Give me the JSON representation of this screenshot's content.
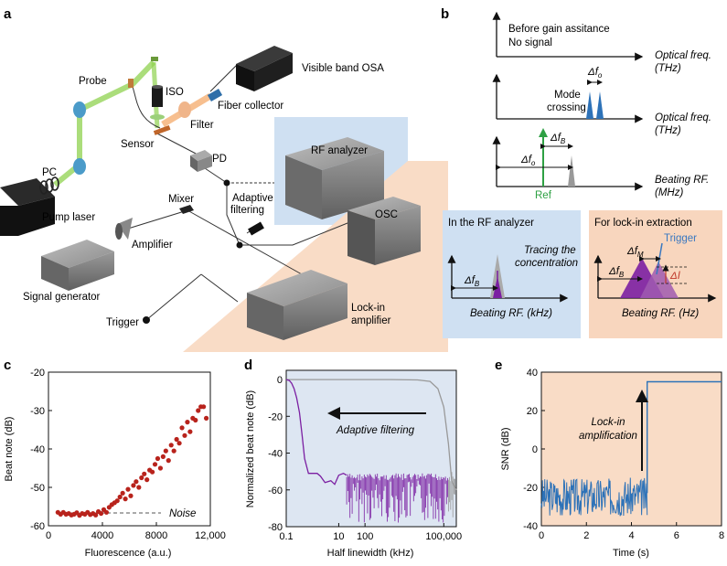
{
  "panels": {
    "a": {
      "letter": "a",
      "labels": {
        "probe": "Probe",
        "iso": "ISO",
        "visible_osa": "Visible band OSA",
        "fiber_collector": "Fiber collector",
        "filter": "Filter",
        "sensor": "Sensor",
        "pc": "PC",
        "pd": "PD",
        "rf_analyzer": "RF analyzer",
        "pump_laser": "Pump laser",
        "mixer": "Mixer",
        "adaptive_filtering": [
          "Adaptive",
          "filtering"
        ],
        "osc": "OSC",
        "amplifier": "Amplifier",
        "signal_generator": "Signal generator",
        "lockin": [
          "Lock-in",
          "amplifier"
        ],
        "trigger": "Trigger"
      }
    },
    "b": {
      "letter": "b",
      "row1": {
        "text": [
          "Before gain assitance",
          "No signal"
        ],
        "axis": [
          "Optical freq.",
          "(THz)"
        ]
      },
      "row2": {
        "text": [
          "Mode",
          "crossing"
        ],
        "delta": "Δf",
        "delta_sub": "o",
        "axis": [
          "Optical freq.",
          "(THz)"
        ]
      },
      "row3": {
        "delta_b": "Δf",
        "delta_b_sub": "B",
        "delta_o": "Δf",
        "delta_o_sub": "o",
        "ref": "Ref",
        "axis": [
          "Beating RF.",
          "(MHz)"
        ]
      },
      "rf_box": {
        "title": "In the RF analyzer",
        "tracing": [
          "Tracing the",
          "concentration"
        ],
        "delta": "Δf",
        "delta_sub": "B",
        "axis": "Beating RF. (kHz)"
      },
      "lockin_box": {
        "title": "For lock-in extraction",
        "trigger": "Trigger",
        "delta_m": "Δf",
        "delta_m_sub": "M",
        "delta_b": "Δf",
        "delta_b_sub": "B",
        "delta_i": "ΔI",
        "axis": "Beating RF. (Hz)"
      }
    },
    "c": {
      "letter": "c",
      "noise_label": "Noise"
    },
    "d": {
      "letter": "d",
      "annotation": "Adaptive filtering"
    },
    "e": {
      "letter": "e",
      "annotation": [
        "Lock-in",
        "amplification"
      ]
    }
  },
  "colors": {
    "blue_box": "#cfe0f2",
    "peach_box": "#f8d6be",
    "peach_bg": "#f9dcc6",
    "dots": "#b8231c",
    "purple": "#7b1fa2",
    "blue_line": "#2d72b8",
    "green": "#2ea043",
    "trigger_blue": "#3a78c0",
    "delta_red": "#c0392b"
  },
  "chart_data": [
    {
      "panel": "c",
      "type": "scatter",
      "xlabel": "Fluorescence (a.u.)",
      "ylabel": "Beat note (dB)",
      "xlim": [
        0,
        12000
      ],
      "ylim": [
        -60,
        -20
      ],
      "xticks": [
        0,
        4000,
        8000,
        12000
      ],
      "xtick_labels": [
        "0",
        "4000",
        "8000",
        "12,000"
      ],
      "yticks": [
        -20,
        -30,
        -40,
        -50,
        -60
      ],
      "series": [
        {
          "x": [
            700,
            900,
            1100,
            1300,
            1500,
            1700,
            1900,
            2100,
            2300,
            2500,
            2700,
            2900,
            3100,
            3300,
            3500,
            3700,
            3900,
            4100,
            4300,
            4500,
            4700,
            4900,
            5100,
            5300,
            5500,
            5700,
            5900,
            6100,
            6300,
            6500,
            6700,
            6900,
            7100,
            7300,
            7500,
            7700,
            7900,
            8100,
            8300,
            8500,
            8700,
            8900,
            9100,
            9300,
            9500,
            9700,
            9900,
            10100,
            10300,
            10500,
            10700,
            10900,
            11100,
            11300,
            11500,
            11700
          ],
          "y": [
            -56.5,
            -57,
            -56.5,
            -57,
            -56.8,
            -57.2,
            -57,
            -56.6,
            -57.3,
            -56.8,
            -57,
            -56.5,
            -57.1,
            -56.8,
            -57.2,
            -56.3,
            -56.8,
            -55.8,
            -56.5,
            -55.2,
            -54.5,
            -54,
            -53.5,
            -52.5,
            -51.5,
            -53,
            -50.5,
            -52.2,
            -49.5,
            -48.5,
            -50,
            -47.5,
            -46.5,
            -48,
            -45.5,
            -46,
            -44,
            -42.5,
            -45,
            -42,
            -40.5,
            -43,
            -39,
            -40.5,
            -37.5,
            -38.5,
            -34.5,
            -36.5,
            -33,
            -35.5,
            -32,
            -32.5,
            -30,
            -29,
            -29,
            -32
          ]
        }
      ],
      "noise_level": -57
    },
    {
      "panel": "d",
      "type": "line",
      "xlabel": "Half linewidth (kHz)",
      "ylabel": "Normalized beat note (dB)",
      "xscale": "log",
      "xlim": [
        0.1,
        300000
      ],
      "ylim": [
        -80,
        5
      ],
      "xtick_labels": [
        "0.1",
        "10",
        "100",
        "100,000"
      ],
      "yticks": [
        0,
        -20,
        -40,
        -60,
        -80
      ],
      "series": [
        {
          "name": "",
          "color": "#999999",
          "x": [
            0.1,
            1,
            100,
            1000,
            10000,
            30000,
            60000,
            100000,
            150000,
            200000,
            300000
          ],
          "y": [
            0,
            0,
            0,
            0,
            -0.2,
            -1,
            -5,
            -15,
            -35,
            -55,
            -60
          ]
        },
        {
          "name": "",
          "color": "#7b1fa2",
          "x": [
            0.1,
            0.13,
            0.16,
            0.2,
            0.25,
            0.32,
            0.4,
            0.5,
            0.7,
            1,
            1.5,
            2,
            3,
            5,
            7,
            10,
            15,
            20
          ],
          "y": [
            0,
            -0.5,
            -2,
            -5,
            -10,
            -18,
            -30,
            -43,
            -51,
            -51,
            -51,
            -52.5,
            -56,
            -55,
            -57,
            -52,
            -51,
            -52
          ]
        }
      ],
      "noise_floor": [
        -52,
        -78
      ]
    },
    {
      "panel": "e",
      "type": "line",
      "xlabel": "Time (s)",
      "ylabel": "SNR (dB)",
      "xlim": [
        0,
        8
      ],
      "ylim": [
        -40,
        40
      ],
      "xticks": [
        0,
        2,
        4,
        6,
        8
      ],
      "yticks": [
        40,
        20,
        0,
        -20,
        -40
      ],
      "series": [
        {
          "name": "",
          "color": "#2d72b8",
          "x": [
            0,
            4.7,
            4.7,
            8
          ],
          "y": [
            -23,
            -23,
            35,
            35
          ]
        }
      ],
      "noise_range": [
        -35,
        -15
      ]
    }
  ]
}
